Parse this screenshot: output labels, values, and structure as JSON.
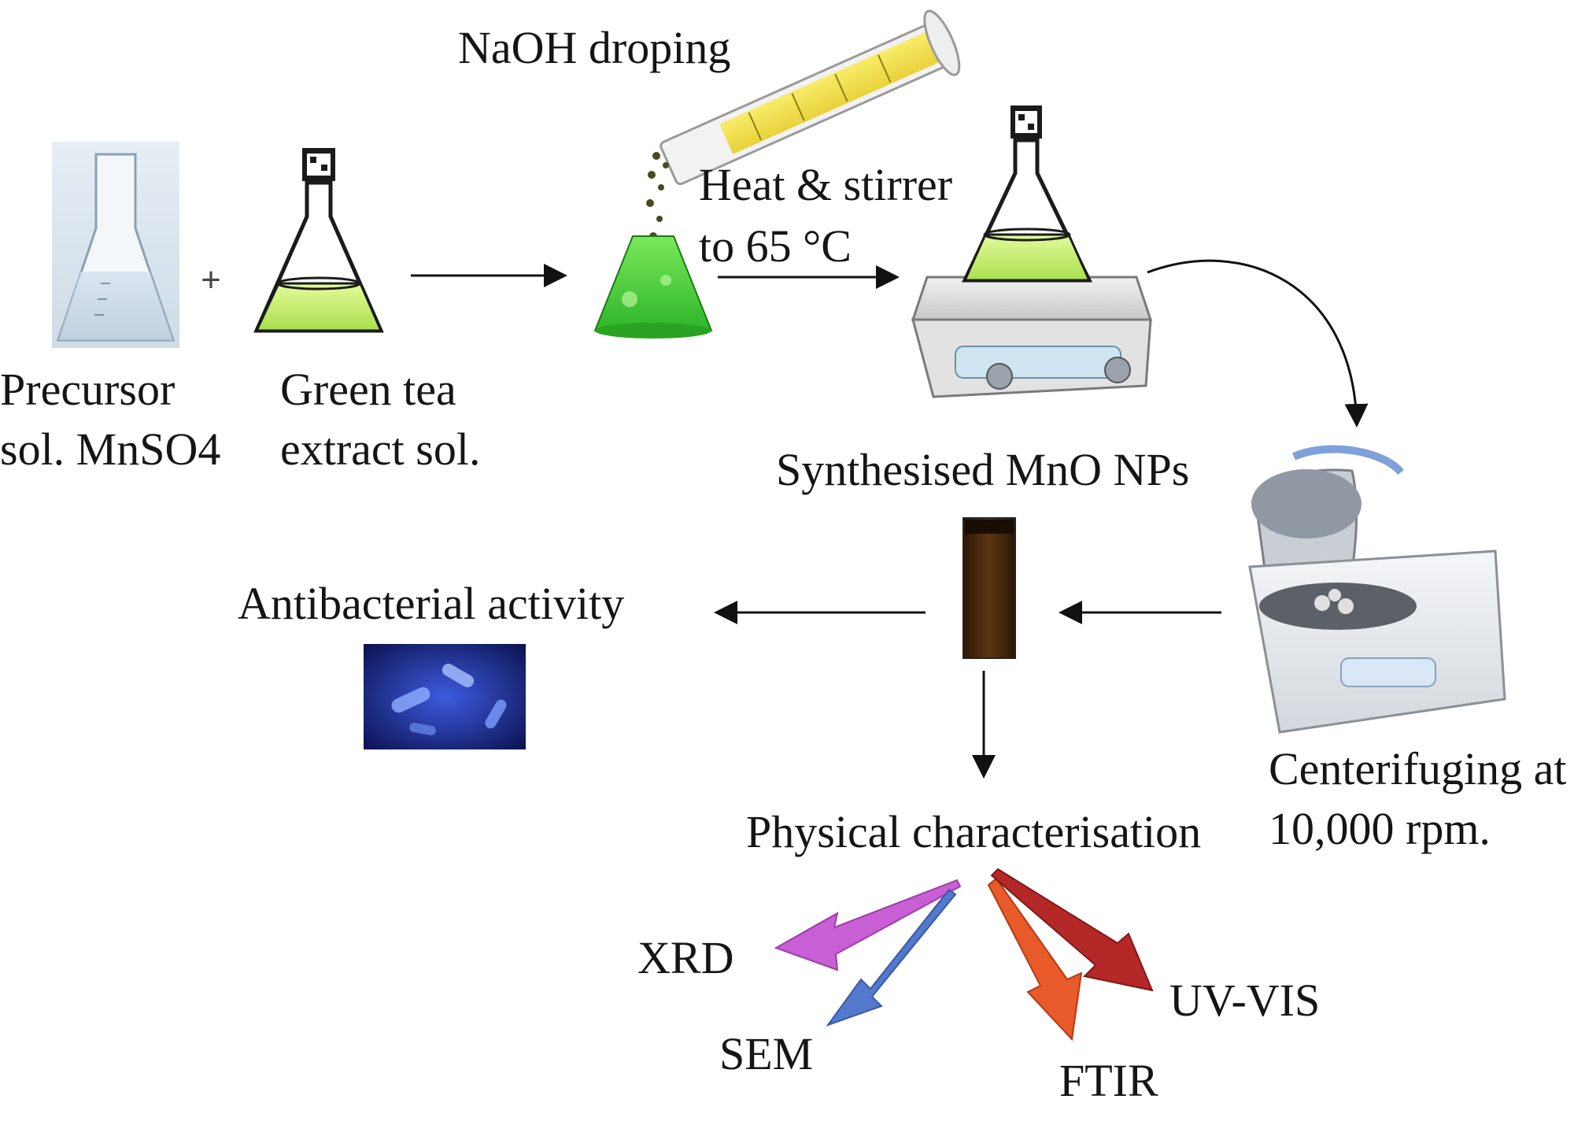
{
  "diagram": {
    "labels": {
      "naoh": "NaOH droping",
      "heat_line1": "Heat & stirrer",
      "heat_line2": "to 65 °C",
      "precursor_line1": "Precursor",
      "precursor_line2": "sol. MnSO4",
      "green_tea_line1": "Green tea",
      "green_tea_line2": "extract sol.",
      "plus": "+",
      "synthesised": "Synthesised MnO NPs",
      "antibacterial": "Antibacterial activity",
      "centrifuge_line1": "Centerifuging at",
      "centrifuge_line2": "10,000 rpm.",
      "physical": "Physical characterisation",
      "xrd": "XRD",
      "sem": "SEM",
      "ftir": "FTIR",
      "uvvis": "UV-VIS"
    },
    "colors": {
      "green_solution": "#4fd33a",
      "light_green_solution": "#c9f07a",
      "burette_yellow": "#f3e24a",
      "nps_brown": "#4a2a10",
      "bacteria_blue": "#1b2a8a",
      "arrow_xrd": "#c85fd4",
      "arrow_sem": "#5478cc",
      "arrow_ftir": "#e85a2a",
      "arrow_uvvis": "#b52828"
    }
  }
}
